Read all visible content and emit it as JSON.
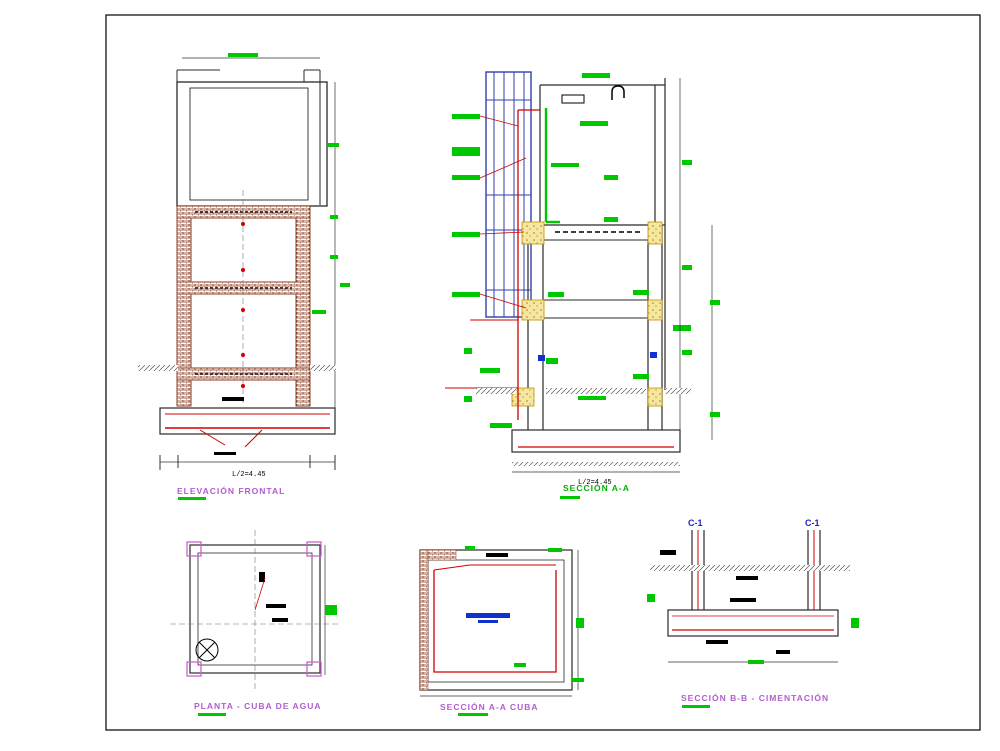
{
  "drawing": {
    "views": [
      {
        "id": "elevacion",
        "title": "ELEVACIÓN FRONTAL",
        "width_label": "L/2=4.45"
      },
      {
        "id": "seccion_aa",
        "title": "SECCIÓN A-A",
        "width_label": "L/2=4.45"
      },
      {
        "id": "planta",
        "title": "PLANTA - CUBA DE AGUA"
      },
      {
        "id": "seccion_aa_cuba",
        "title": "SECCIÓN A-A CUBA"
      },
      {
        "id": "seccion_bb",
        "title": "SECCIÓN B-B - CIMENTACIÓN",
        "column_tags": [
          "C-1",
          "C-1"
        ]
      }
    ],
    "colors": {
      "frame": "#000000",
      "line": "#2a2a2a",
      "rebar": "#d00000",
      "label_fill": "#00c800",
      "title": "#b15ecf",
      "accent_blue": "#1030d0",
      "hatch": "#8a3a20",
      "steel_blue": "#2f3fae",
      "node_yellow": "#f0d060",
      "slab_magenta": "#d060d0"
    }
  }
}
